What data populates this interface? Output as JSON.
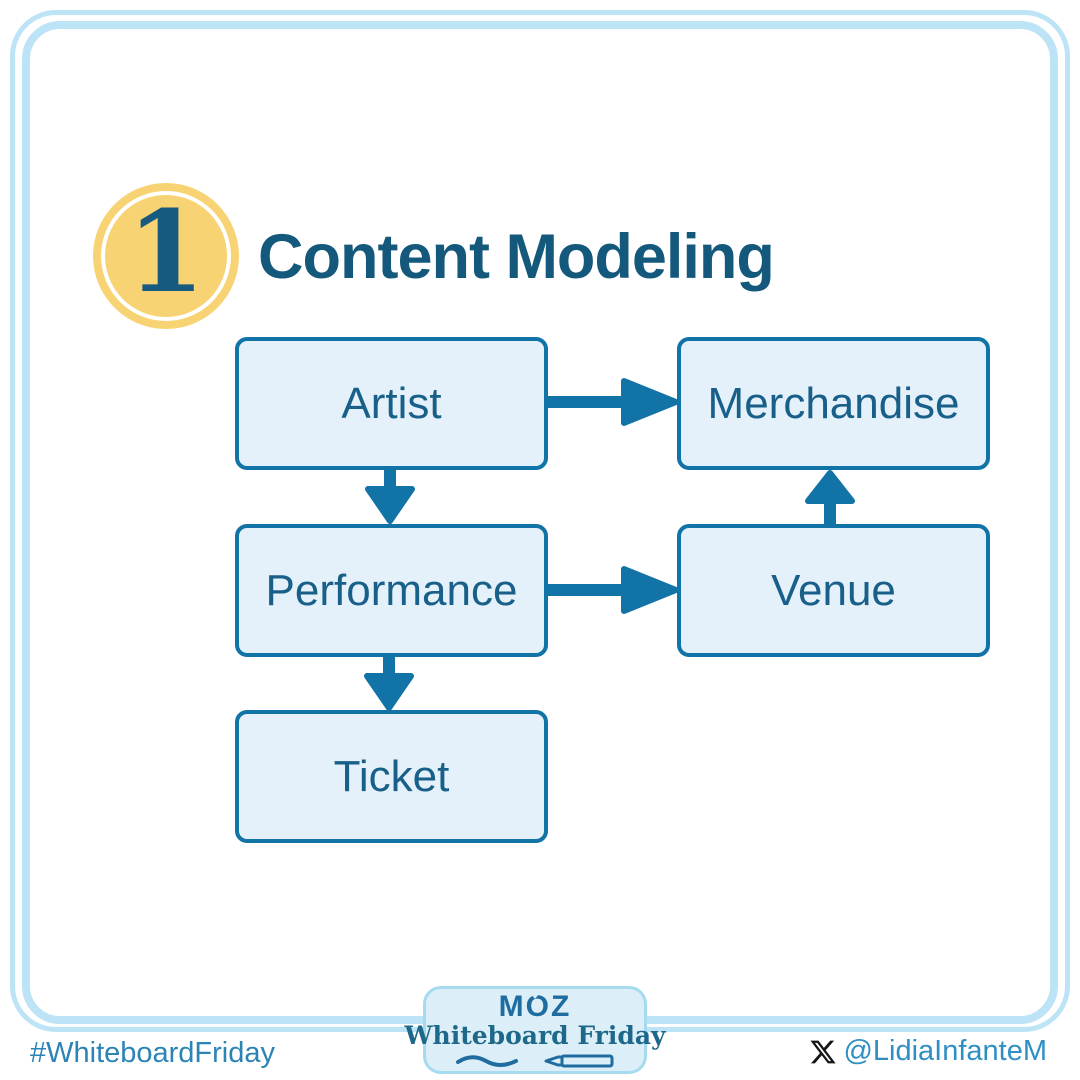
{
  "page": {
    "background": "#FFFFFF",
    "frame_color": "#BCE4F6"
  },
  "header": {
    "step_number": "1",
    "title": "Content Modeling",
    "badge_color": "#F8D374",
    "number_color": "#175A80",
    "title_color": "#14587C"
  },
  "diagram": {
    "node_fill": "#E4F1FA",
    "node_border": "#1173A6",
    "node_text_color": "#186089",
    "arrow_color": "#1173A6",
    "nodes": [
      {
        "id": "artist",
        "label": "Artist"
      },
      {
        "id": "merchandise",
        "label": "Merchandise"
      },
      {
        "id": "performance",
        "label": "Performance"
      },
      {
        "id": "venue",
        "label": "Venue"
      },
      {
        "id": "ticket",
        "label": "Ticket"
      }
    ],
    "edges": [
      {
        "from": "artist",
        "to": "merchandise"
      },
      {
        "from": "artist",
        "to": "performance"
      },
      {
        "from": "performance",
        "to": "venue"
      },
      {
        "from": "venue",
        "to": "merchandise"
      },
      {
        "from": "performance",
        "to": "ticket"
      }
    ]
  },
  "footer": {
    "logo_text": "MOZ",
    "logo_subtitle": "Whiteboard Friday",
    "hashtag": "#WhiteboardFriday",
    "x_icon": "x-twitter-logo",
    "social_handle": "@LidiaInfanteM"
  }
}
